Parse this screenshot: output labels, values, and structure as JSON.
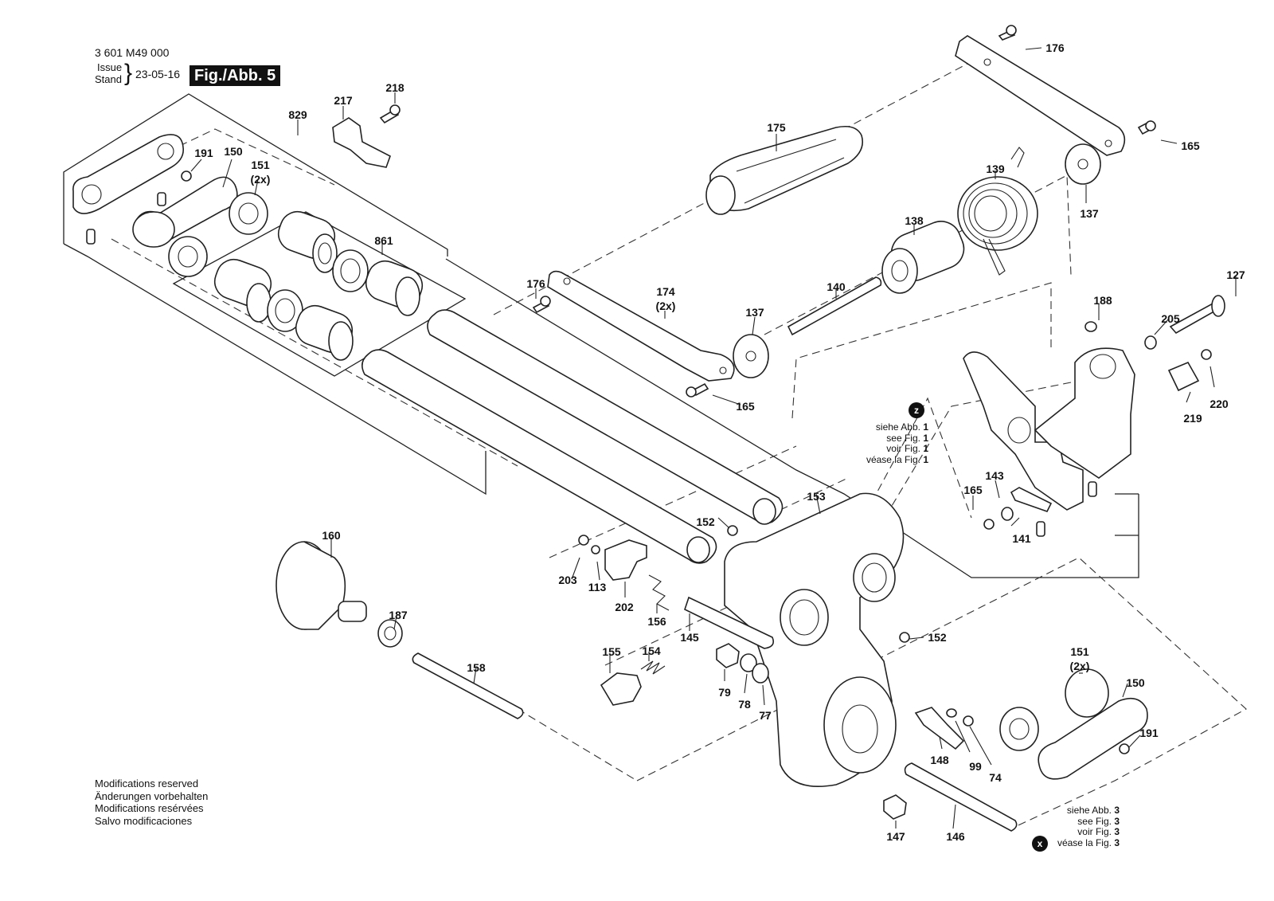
{
  "header": {
    "part_number": "3 601 M49 000",
    "issue_label": "Issue",
    "stand_label": "Stand",
    "date": "23-05-16",
    "figure": "Fig./Abb. 5"
  },
  "labels": [
    {
      "id": "176a",
      "text": "176"
    },
    {
      "id": "165a",
      "text": "165"
    },
    {
      "id": "175",
      "text": "175"
    },
    {
      "id": "139",
      "text": "139"
    },
    {
      "id": "137a",
      "text": "137"
    },
    {
      "id": "138",
      "text": "138"
    },
    {
      "id": "140",
      "text": "140"
    },
    {
      "id": "127",
      "text": "127"
    },
    {
      "id": "188",
      "text": "188"
    },
    {
      "id": "205",
      "text": "205"
    },
    {
      "id": "137b",
      "text": "137"
    },
    {
      "id": "176b",
      "text": "176"
    },
    {
      "id": "174",
      "text": "174"
    },
    {
      "id": "174x",
      "text": "(2x)"
    },
    {
      "id": "165b",
      "text": "165"
    },
    {
      "id": "220",
      "text": "220"
    },
    {
      "id": "219",
      "text": "219"
    },
    {
      "id": "143",
      "text": "143"
    },
    {
      "id": "165c",
      "text": "165"
    },
    {
      "id": "141",
      "text": "141"
    },
    {
      "id": "217",
      "text": "217"
    },
    {
      "id": "218",
      "text": "218"
    },
    {
      "id": "829",
      "text": "829"
    },
    {
      "id": "191a",
      "text": "191"
    },
    {
      "id": "150a",
      "text": "150"
    },
    {
      "id": "151a",
      "text": "151"
    },
    {
      "id": "151ax",
      "text": "(2x)"
    },
    {
      "id": "861",
      "text": "861"
    },
    {
      "id": "153",
      "text": "153"
    },
    {
      "id": "152a",
      "text": "152"
    },
    {
      "id": "160",
      "text": "160"
    },
    {
      "id": "203",
      "text": "203"
    },
    {
      "id": "113",
      "text": "113"
    },
    {
      "id": "202",
      "text": "202"
    },
    {
      "id": "156",
      "text": "156"
    },
    {
      "id": "145",
      "text": "145"
    },
    {
      "id": "187",
      "text": "187"
    },
    {
      "id": "158",
      "text": "158"
    },
    {
      "id": "155",
      "text": "155"
    },
    {
      "id": "154",
      "text": "154"
    },
    {
      "id": "79",
      "text": "79"
    },
    {
      "id": "78",
      "text": "78"
    },
    {
      "id": "77",
      "text": "77"
    },
    {
      "id": "152b",
      "text": "152"
    },
    {
      "id": "151b",
      "text": "151"
    },
    {
      "id": "151bx",
      "text": "(2x)"
    },
    {
      "id": "150b",
      "text": "150"
    },
    {
      "id": "191b",
      "text": "191"
    },
    {
      "id": "148",
      "text": "148"
    },
    {
      "id": "99",
      "text": "99"
    },
    {
      "id": "74",
      "text": "74"
    },
    {
      "id": "147",
      "text": "147"
    },
    {
      "id": "146",
      "text": "146"
    }
  ],
  "note_z": {
    "marker": "z",
    "lines": [
      {
        "pre": "siehe Abb. ",
        "num": "1"
      },
      {
        "pre": "see Fig. ",
        "num": "1"
      },
      {
        "pre": "voir Fig. ",
        "num": "1"
      },
      {
        "pre": "véase la Fig. ",
        "num": "1"
      }
    ]
  },
  "note_x": {
    "marker": "x",
    "lines": [
      {
        "pre": "siehe Abb. ",
        "num": "3"
      },
      {
        "pre": "see Fig. ",
        "num": "3"
      },
      {
        "pre": "voir Fig. ",
        "num": "3"
      },
      {
        "pre": "véase la Fig. ",
        "num": "3"
      }
    ]
  },
  "footer": {
    "lines": [
      "Modifications reserved",
      "Änderungen vorbehalten",
      "Modifications resérvées",
      "Salvo modificaciones"
    ]
  }
}
